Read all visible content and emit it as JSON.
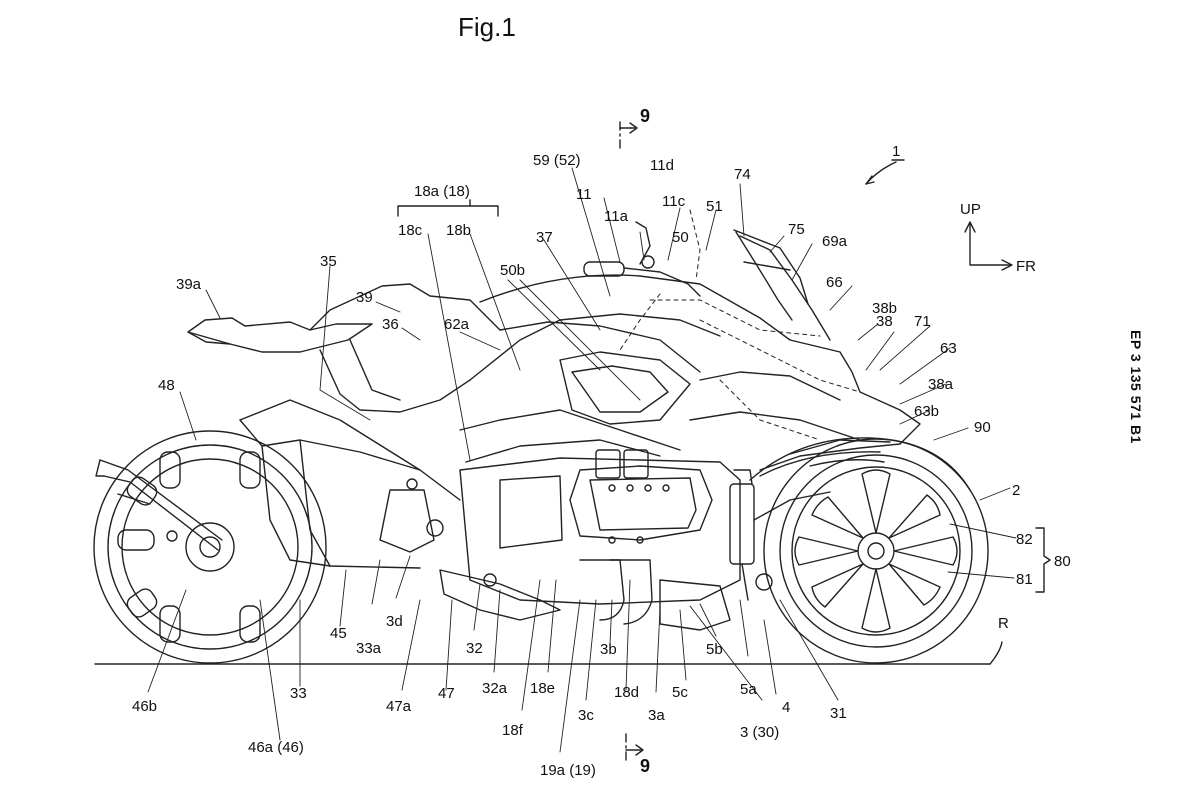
{
  "figure": {
    "title": "Fig.1",
    "patent_number": "EP 3 135 571 B1"
  },
  "orientation": {
    "up": "UP",
    "front": "FR"
  },
  "vehicle_ref": "1",
  "road_ref": "R",
  "section": {
    "top": "9",
    "bottom": "9"
  },
  "group_labels": {
    "brace_80": "80",
    "brace_18a": "18a (18)"
  },
  "labels": [
    "59 (52)",
    "11d",
    "11",
    "11c",
    "11a",
    "51",
    "50",
    "74",
    "75",
    "69a",
    "18a (18)",
    "18c",
    "18b",
    "37",
    "50b",
    "35",
    "39a",
    "39",
    "36",
    "62a",
    "66",
    "38b",
    "38",
    "71",
    "63",
    "38a",
    "63b",
    "90",
    "2",
    "48",
    "82",
    "81",
    "45",
    "33a",
    "3d",
    "32",
    "3b",
    "5b",
    "5a",
    "4",
    "31",
    "46b",
    "33",
    "47a",
    "47",
    "32a",
    "18e",
    "18d",
    "5c",
    "3a",
    "3 (30)",
    "18f",
    "3c",
    "46a (46)",
    "19a (19)"
  ]
}
